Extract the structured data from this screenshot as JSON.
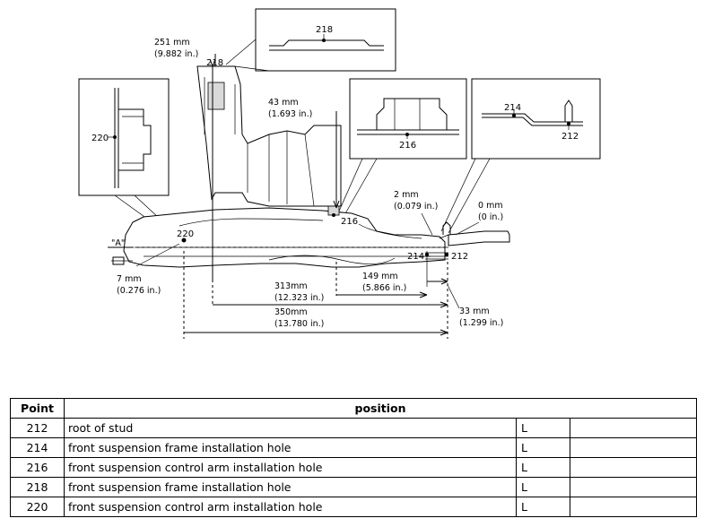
{
  "diagram": {
    "labels": {
      "dim_251": "251 mm",
      "dim_251_in": "(9.882 in.)",
      "pt_218_main": "218",
      "pt_218_detail": "218",
      "dim_43": "43 mm",
      "dim_43_in": "(1.693 in.)",
      "pt_216_detail": "216",
      "pt_216_main": "216",
      "pt_214_detail": "214",
      "pt_212_detail": "212",
      "pt_220_detail": "220",
      "pt_220_main": "220",
      "pt_214_main": "214",
      "pt_212_main": "212",
      "dim_2": "2 mm",
      "dim_2_in": "(0.079 in.)",
      "dim_0": "0 mm",
      "dim_0_in": "(0 in.)",
      "ref_a": "\"A\"",
      "dim_7": "7 mm",
      "dim_7_in": "(0.276 in.)",
      "dim_313": "313mm",
      "dim_313_in": "(12.323 in.)",
      "dim_149": "149 mm",
      "dim_149_in": "(5.866 in.)",
      "dim_33": "33 mm",
      "dim_33_in": "(1.299 in.)",
      "dim_350": "350mm",
      "dim_350_in": "(13.780 in.)"
    }
  },
  "table": {
    "headers": [
      "Point",
      "position"
    ],
    "rows": [
      {
        "point": "212",
        "position": "root of stud",
        "side": "L",
        "extra": ""
      },
      {
        "point": "214",
        "position": "front suspension frame installation hole",
        "side": "L",
        "extra": ""
      },
      {
        "point": "216",
        "position": "front suspension control arm installation hole",
        "side": "L",
        "extra": ""
      },
      {
        "point": "218",
        "position": "front suspension frame installation hole",
        "side": "L",
        "extra": ""
      },
      {
        "point": "220",
        "position": "front suspension control arm installation hole",
        "side": "L",
        "extra": ""
      }
    ]
  }
}
